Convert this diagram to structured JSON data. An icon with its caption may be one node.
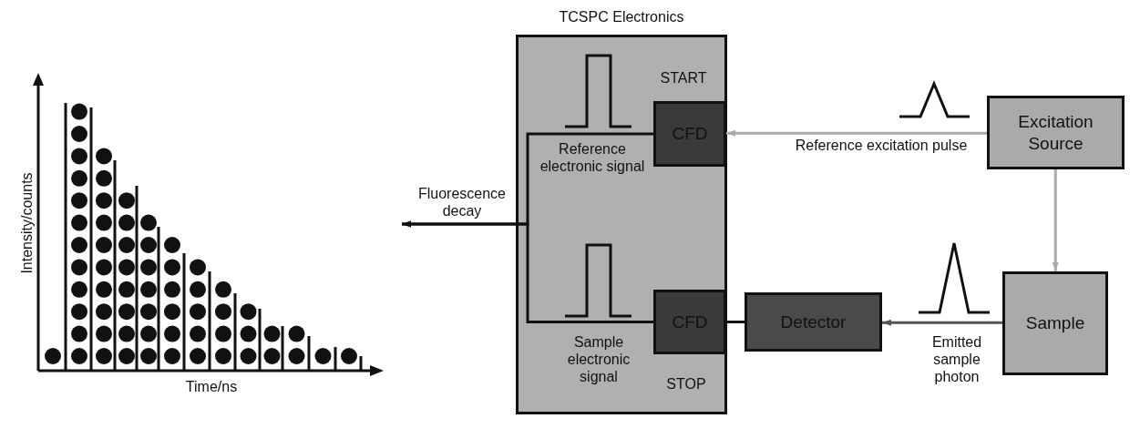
{
  "diagram": {
    "nodes": [
      {
        "text": [
          "TCSPC Electronics"
        ]
      },
      {
        "text": [
          "CFD"
        ],
        "in": 0,
        "beside": [
          "START"
        ]
      },
      {
        "text": [
          "CFD"
        ],
        "in": 0,
        "beside": [
          "STOP"
        ]
      },
      {
        "text": [
          "Detector"
        ]
      },
      {
        "text": [
          "Excitation Source"
        ]
      },
      {
        "text": [
          "Sample"
        ]
      }
    ],
    "edges": [
      {
        "from": 1,
        "to": null,
        "arrow": "to",
        "label": "Fluorescence decay"
      },
      {
        "from": 2,
        "to": null,
        "arrow": "to"
      },
      {
        "from": 4,
        "to": 1,
        "arrow": "to",
        "label": "Reference excitation pulse",
        "color": "#aaaaaa"
      },
      {
        "from": 4,
        "to": 5,
        "arrow": "to",
        "color": "#aaaaaa"
      },
      {
        "from": 5,
        "to": 3,
        "arrow": "to",
        "label": "Emitted sample photon",
        "color": "#555555"
      },
      {
        "from": 3,
        "to": 2,
        "arrow": "none"
      }
    ],
    "labels": [
      "Intensity/counts",
      "Time/ns",
      "Reference electronic signal",
      "Sample electronic signal"
    ]
  }
}
